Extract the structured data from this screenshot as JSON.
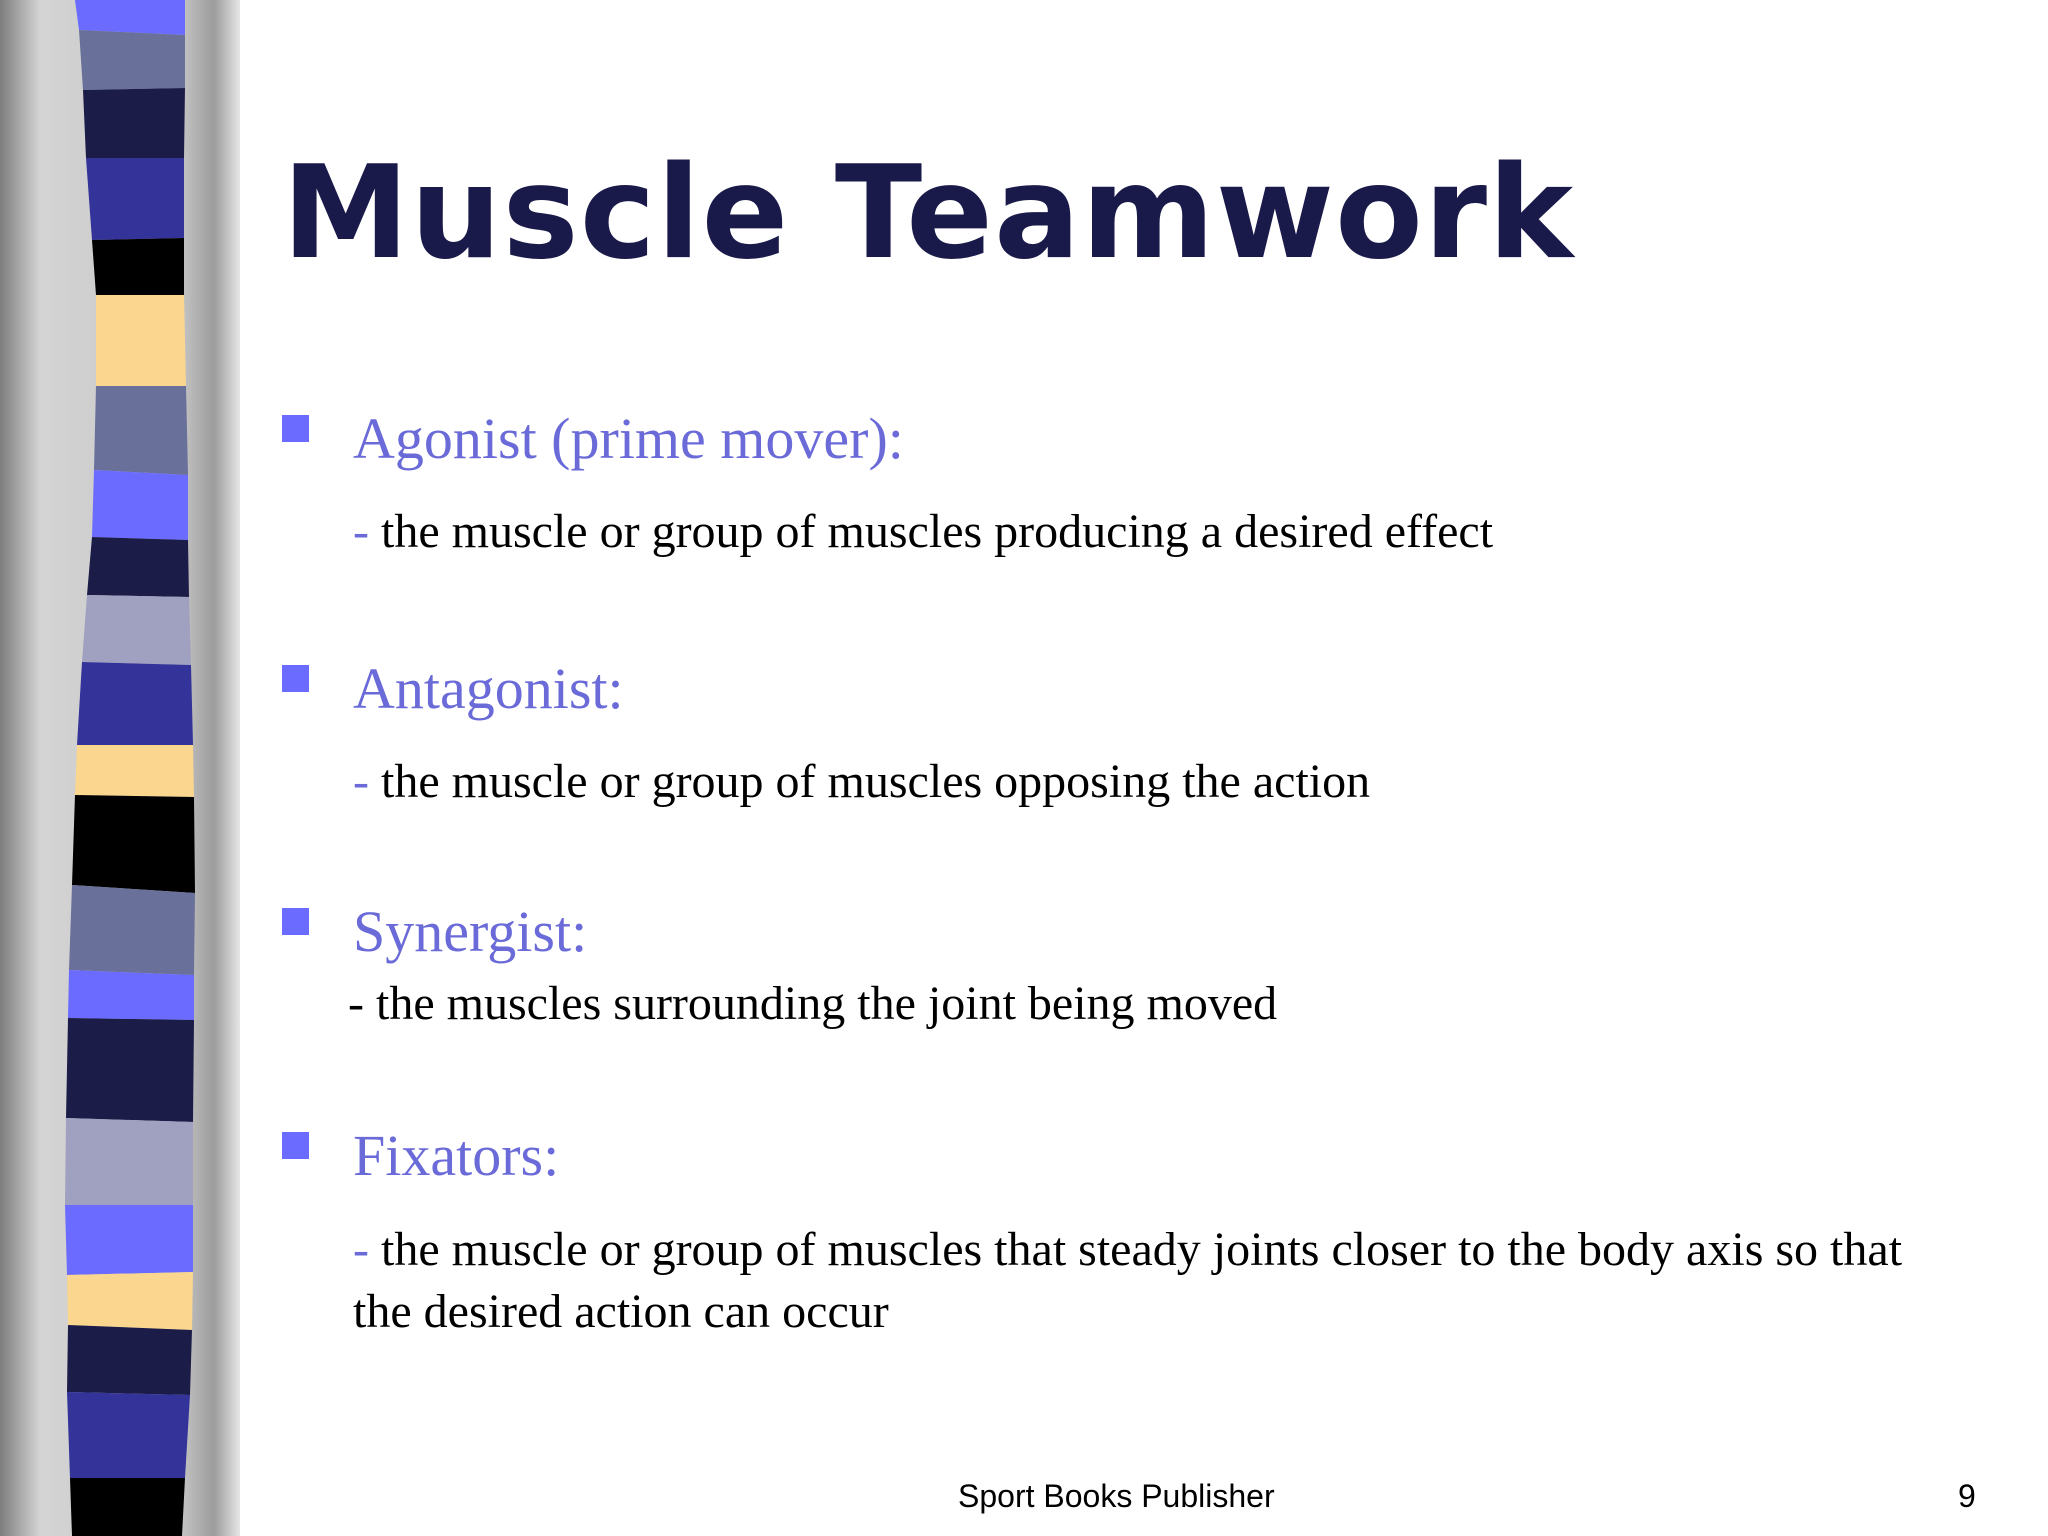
{
  "slide": {
    "title": "Muscle Teamwork",
    "items": [
      {
        "term": "Agonist (prime mover):",
        "dash": "-",
        "definition": "the muscle or group of muscles producing a desired effect"
      },
      {
        "term": "Antagonist:",
        "dash": "-",
        "definition": "the muscle or group of muscles opposing the action"
      },
      {
        "term": "Synergist:",
        "dash": "-",
        "definition": "the muscles surrounding the joint being moved"
      },
      {
        "term": "Fixators:",
        "dash": "-",
        "definition": "the muscle or group of muscles that steady joints closer to the body axis so that the desired action can occur"
      }
    ],
    "footer": {
      "publisher": "Sport Books Publisher",
      "page_number": "9"
    }
  },
  "colors": {
    "title": "#1a1a4a",
    "term": "#6a6ad8",
    "bullet": "#6b6bff",
    "stripes": [
      "#6b6bff",
      "#69709a",
      "#1c1c48",
      "#33339a",
      "#000000",
      "#fad68f",
      "#a0a0c0"
    ]
  }
}
